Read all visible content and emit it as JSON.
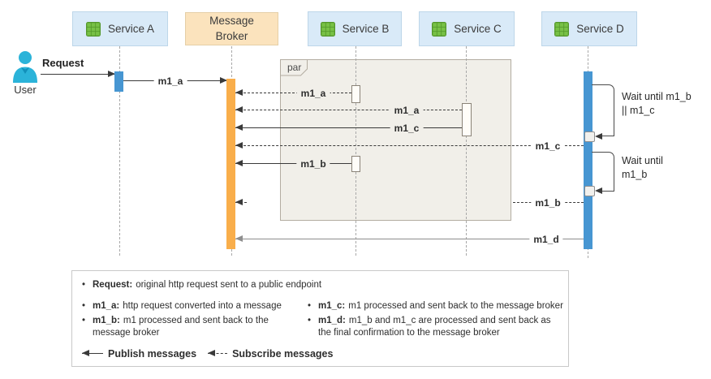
{
  "participants": [
    {
      "id": "service-a",
      "label": "Service A",
      "has_icon": true
    },
    {
      "id": "message-broker",
      "label": "Message Broker",
      "has_icon": false
    },
    {
      "id": "service-b",
      "label": "Service B",
      "has_icon": true
    },
    {
      "id": "service-c",
      "label": "Service C",
      "has_icon": true
    },
    {
      "id": "service-d",
      "label": "Service D",
      "has_icon": true
    }
  ],
  "actor": {
    "label": "User"
  },
  "fragment": {
    "label": "par"
  },
  "messages": [
    {
      "label": "Request",
      "style": "solid",
      "from": "User",
      "to": "Service A"
    },
    {
      "label": "m1_a",
      "style": "solid",
      "from": "Service A",
      "to": "Message Broker"
    },
    {
      "label": "m1_a",
      "style": "dashed",
      "from": "Service B",
      "to": "Message Broker"
    },
    {
      "label": "m1_a",
      "style": "dashed",
      "from": "Service C",
      "to": "Message Broker"
    },
    {
      "label": "m1_c",
      "style": "solid",
      "from": "Service C",
      "to": "Message Broker"
    },
    {
      "label": "m1_c",
      "style": "dashed",
      "from": "Service D",
      "to": "Message Broker"
    },
    {
      "label": "m1_b",
      "style": "solid",
      "from": "Service B",
      "to": "Message Broker"
    },
    {
      "label": "m1_b",
      "style": "dashed",
      "from": "Service D",
      "to": "Message Broker"
    },
    {
      "label": "m1_d",
      "style": "solid",
      "from": "Service D",
      "to": "Message Broker"
    }
  ],
  "wait_notes": [
    {
      "line1": "Wait until m1_b",
      "line2": "|| m1_c"
    },
    {
      "line1": "Wait until",
      "line2": "m1_b"
    }
  ],
  "legend": {
    "items": [
      {
        "key": "Request:",
        "text": "original http request sent to a public endpoint"
      },
      {
        "key": "m1_a:",
        "text": "http request converted into a message"
      },
      {
        "key": "m1_b:",
        "text": "m1 processed and sent back to the message broker"
      },
      {
        "key": "m1_c:",
        "text": "m1 processed and sent back to the message broker"
      },
      {
        "key": "m1_d:",
        "text": "m1_b and m1_c are processed and sent back as the final confirmation to the message broker"
      }
    ],
    "publish_label": "Publish messages",
    "subscribe_label": "Subscribe messages"
  },
  "colors": {
    "participant_fill": "#d9eaf8",
    "participant_border": "#bdd6e9",
    "broker_fill": "#fbe3bd",
    "broker_border": "#e5cfa7",
    "blue_bar": "#4796d2",
    "orange_bar": "#f9ae4b",
    "fragment_fill": "#f1efe9",
    "fragment_border": "#b3ada1",
    "exec_fill": "#fffdf8",
    "exec_border": "#8a8378",
    "line": "#3a3a3a",
    "line_gray": "#8e8e8e",
    "lifeline": "#a8a8a8",
    "text": "#2e2e2e",
    "icon_green_dark": "#54972b",
    "icon_green": "#78c146",
    "user_cyan": "#2bb3d9",
    "legend_border": "#c9c9c9"
  }
}
